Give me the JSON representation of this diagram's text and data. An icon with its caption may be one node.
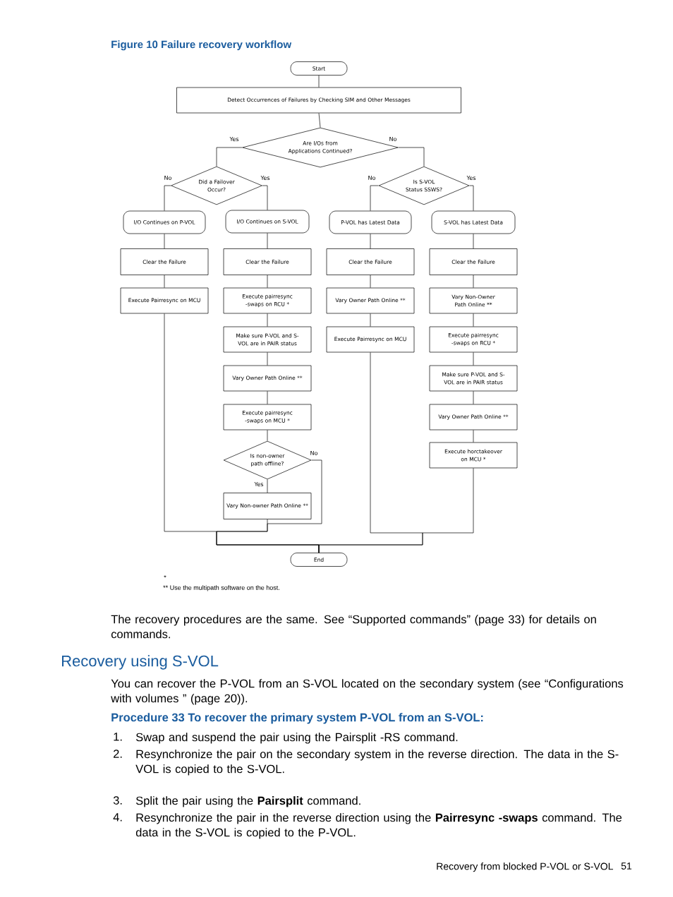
{
  "diagram": {
    "title": "Figure 10 Failure recovery workflow",
    "nodes": [
      {
        "text": [
          "Start"
        ]
      },
      {
        "text": [
          "Detect Occurrences of Failures by Checking SIM and Other Messages"
        ]
      },
      {
        "text": [
          "Are I/Os from Applications Continued?"
        ]
      },
      {
        "text": [
          "Did a Failover Occur?"
        ]
      },
      {
        "text": [
          "Is S-VOL Status SSWS?"
        ]
      },
      {
        "text": [
          "I/O Continues on P-VOL"
        ]
      },
      {
        "text": [
          "I/O Continues on S-VOL"
        ]
      },
      {
        "text": [
          "P-VOL has Latest Data"
        ]
      },
      {
        "text": [
          "S-VOL has Latest Data"
        ]
      },
      {
        "text": [
          "Clear the Failure"
        ]
      },
      {
        "text": [
          "Clear the Failure"
        ]
      },
      {
        "text": [
          "Clear the Failure"
        ]
      },
      {
        "text": [
          "Clear the Failure"
        ]
      },
      {
        "text": [
          "Execute Pairresync on MCU"
        ]
      },
      {
        "text": [
          "Execute pairresync -swaps on RCU *"
        ]
      },
      {
        "text": [
          "Vary Owner Path Online **"
        ]
      },
      {
        "text": [
          "Vary Non-Owner Path Online **"
        ]
      },
      {
        "text": [
          "Make sure P-VOL and S-VOL are in PAIR status"
        ]
      },
      {
        "text": [
          "Execute Pairresync on MCU"
        ]
      },
      {
        "text": [
          "Execute pairresync -swaps on RCU *"
        ]
      },
      {
        "text": [
          "Vary Owner Path Online **"
        ]
      },
      {
        "text": [
          "Make sure P-VOL and S-VOL are in PAIR status"
        ]
      },
      {
        "text": [
          "Execute pairresync -swaps on MCU *"
        ]
      },
      {
        "text": [
          "Vary Owner Path Online **"
        ]
      },
      {
        "text": [
          "Is non-owner path offline?"
        ]
      },
      {
        "text": [
          "Execute horctakeover on MCU *"
        ]
      },
      {
        "text": [
          "Vary Non-owner Path Online **"
        ]
      },
      {
        "text": [
          "End"
        ]
      }
    ],
    "edges": [
      {
        "from": 0,
        "to": 1,
        "arrow": "none"
      },
      {
        "from": 1,
        "to": 2,
        "arrow": "none"
      },
      {
        "from": 2,
        "to": 3,
        "arrow": "none",
        "label": "Yes"
      },
      {
        "from": 2,
        "to": 4,
        "arrow": "none",
        "label": "No"
      },
      {
        "from": 3,
        "to": 5,
        "arrow": "none",
        "label": "No"
      },
      {
        "from": 3,
        "to": 6,
        "arrow": "none",
        "label": "Yes"
      },
      {
        "from": 4,
        "to": 7,
        "arrow": "none",
        "label": "No"
      },
      {
        "from": 4,
        "to": 8,
        "arrow": "none",
        "label": "Yes"
      },
      {
        "from": 5,
        "to": 9,
        "arrow": "none"
      },
      {
        "from": 6,
        "to": 10,
        "arrow": "none"
      },
      {
        "from": 7,
        "to": 11,
        "arrow": "none"
      },
      {
        "from": 8,
        "to": 12,
        "arrow": "none"
      },
      {
        "from": 9,
        "to": 13,
        "arrow": "none"
      },
      {
        "from": 10,
        "to": 14,
        "arrow": "none"
      },
      {
        "from": 11,
        "to": 15,
        "arrow": "none"
      },
      {
        "from": 12,
        "to": 16,
        "arrow": "none"
      },
      {
        "from": 14,
        "to": 17,
        "arrow": "none"
      },
      {
        "from": 15,
        "to": 18,
        "arrow": "none"
      },
      {
        "from": 16,
        "to": 19,
        "arrow": "none"
      },
      {
        "from": 17,
        "to": 20,
        "arrow": "none"
      },
      {
        "from": 19,
        "to": 21,
        "arrow": "none"
      },
      {
        "from": 20,
        "to": 22,
        "arrow": "none"
      },
      {
        "from": 21,
        "to": 23,
        "arrow": "none"
      },
      {
        "from": 22,
        "to": 24,
        "arrow": "none"
      },
      {
        "from": 23,
        "to": 25,
        "arrow": "none"
      },
      {
        "from": 24,
        "to": 26,
        "arrow": "none",
        "label": "Yes"
      },
      {
        "from": 13,
        "to": 27,
        "arrow": "none"
      },
      {
        "from": 26,
        "to": 27,
        "arrow": "none"
      },
      {
        "from": 24,
        "to": 27,
        "arrow": "none",
        "label": "No"
      },
      {
        "from": 18,
        "to": 27,
        "arrow": "none"
      },
      {
        "from": 25,
        "to": 27,
        "arrow": "none"
      }
    ],
    "labels": [
      "*",
      "** Use the multipath software on the host.",
      "The recovery procedures are the same. See “Supported commands” (page 33) for details on commands.",
      "Recovery using S-VOL",
      "You can recover the P-VOL from an S-VOL located on the secondary system (see “Configurations with volumes ” (page 20)).",
      "Procedure 33 To recover the primary system P-VOL from an S-VOL:",
      "1.",
      "Swap and suspend the pair using the Pairsplit -RS command.",
      "2.",
      "Resynchronize the pair on the secondary system in the reverse direction. The data in the S-VOL is copied to the S-VOL.",
      "3.",
      "Split the pair using the **Pairsplit** command.",
      "4.",
      "Resynchronize the pair in the reverse direction using the **Pairresync -swaps** command. The data in the S-VOL is copied to the P-VOL.",
      "Recovery from blocked P-VOL or S-VOL",
      "51"
    ]
  }
}
